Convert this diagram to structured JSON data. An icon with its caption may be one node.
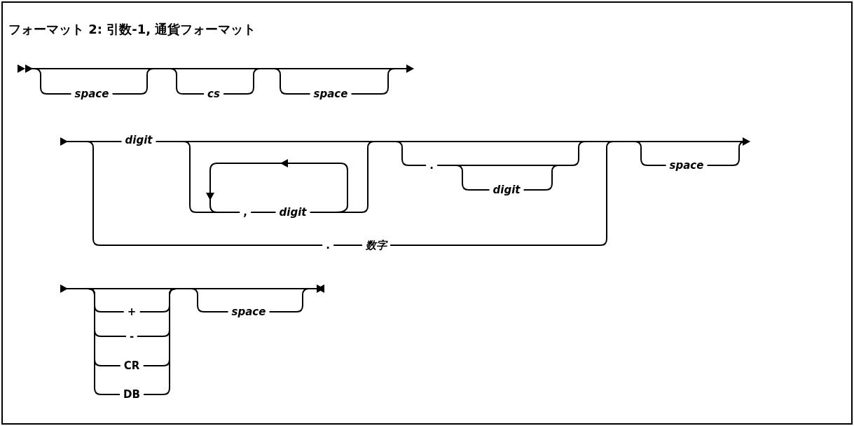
{
  "diagram": {
    "title": "フォーマット 2: 引数-1, 通貨フォーマット",
    "labels": [
      "space",
      "cs",
      "space",
      "digit",
      ".",
      "space",
      "digit",
      ",",
      "digit",
      ".",
      "数字",
      "+",
      "-",
      "CR",
      "DB",
      "space"
    ]
  }
}
